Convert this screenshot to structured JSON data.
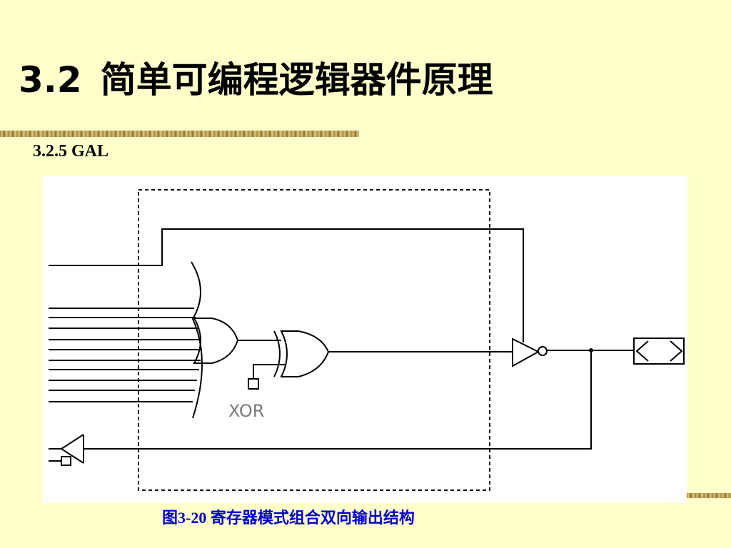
{
  "slide": {
    "title_number": "3.2",
    "title_text": "简单可编程逻辑器件原理",
    "subtitle": "3.2.5  GAL",
    "caption": "图3-20  寄存器模式组合双向输出结构"
  },
  "diagram": {
    "xor_label": "XOR"
  },
  "colors": {
    "background": "#ffffcc",
    "caption": "#0000cc",
    "rule": "#a8873a"
  }
}
